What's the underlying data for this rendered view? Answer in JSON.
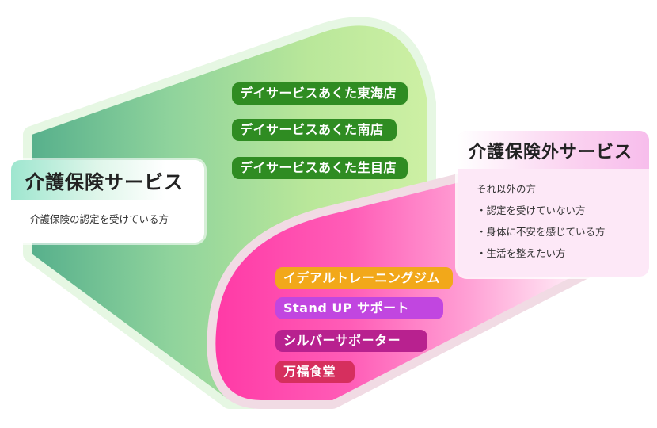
{
  "care": {
    "title": "介護保険サービス",
    "description": "介護保険の認定を受けている方",
    "facilities": [
      "デイサービスあくた東海店",
      "デイサービスあくた南店",
      "デイサービスあくた生目店"
    ]
  },
  "noncare": {
    "title": "介護保険外サービス",
    "lines": [
      "それ以外の方",
      "・認定を受けていない方",
      "・身体に不安を感じている方",
      "・生活を整えたい方"
    ],
    "services": [
      "イデアルトレーニングジム",
      "Stand UP サポート",
      "シルバーサポーター",
      "万福食堂"
    ]
  },
  "colors": {
    "green_pill": "#2f8c22",
    "service_pills": [
      "#f2a81a",
      "#c146e0",
      "#b8218f",
      "#d62f5e"
    ],
    "green_band": "#9fe098",
    "pink_band": "#ff46b0"
  }
}
